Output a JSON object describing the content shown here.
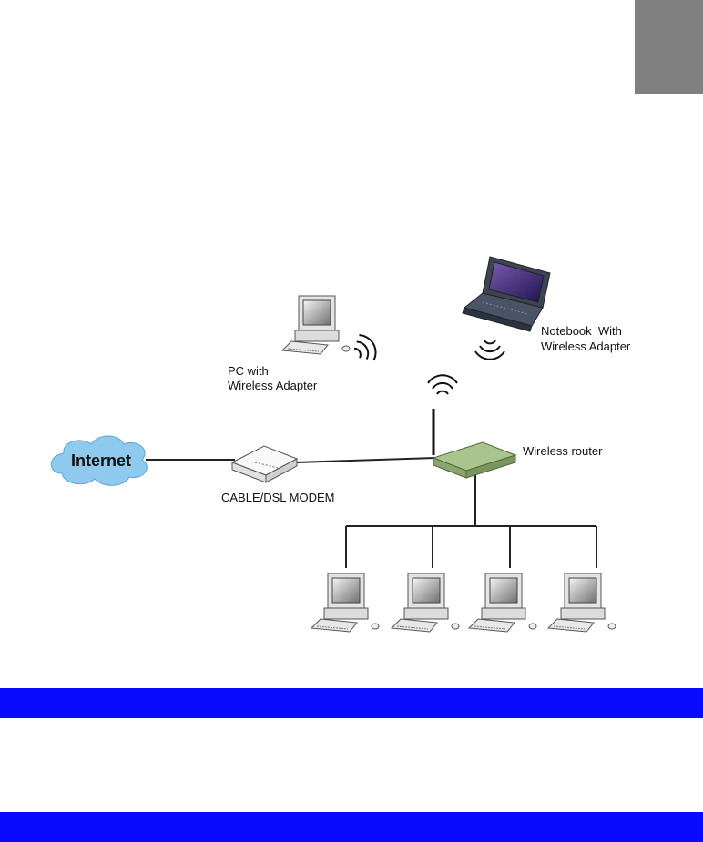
{
  "diagram": {
    "nodes": {
      "internet": {
        "label": "Internet"
      },
      "modem": {
        "label": "CABLE/DSL MODEM"
      },
      "router": {
        "label": "Wireless router"
      },
      "wireless_pc": {
        "label_line1": "PC with",
        "label_line2": "Wireless Adapter"
      },
      "notebook": {
        "label_line1": "Notebook  With",
        "label_line2": "Wireless Adapter"
      },
      "lan_pcs": {
        "count": 4
      }
    },
    "edges": [
      {
        "from": "internet",
        "to": "modem",
        "kind": "wired"
      },
      {
        "from": "modem",
        "to": "router",
        "kind": "wired"
      },
      {
        "from": "router",
        "to": "lan_pcs",
        "kind": "wired"
      },
      {
        "from": "router",
        "to": "wireless_pc",
        "kind": "wireless"
      },
      {
        "from": "router",
        "to": "notebook",
        "kind": "wireless"
      }
    ]
  },
  "colors": {
    "cloud": "#8fc9ee",
    "router": "#a9c48d",
    "band": "#0a0aff",
    "corner_tab": "#808080"
  }
}
